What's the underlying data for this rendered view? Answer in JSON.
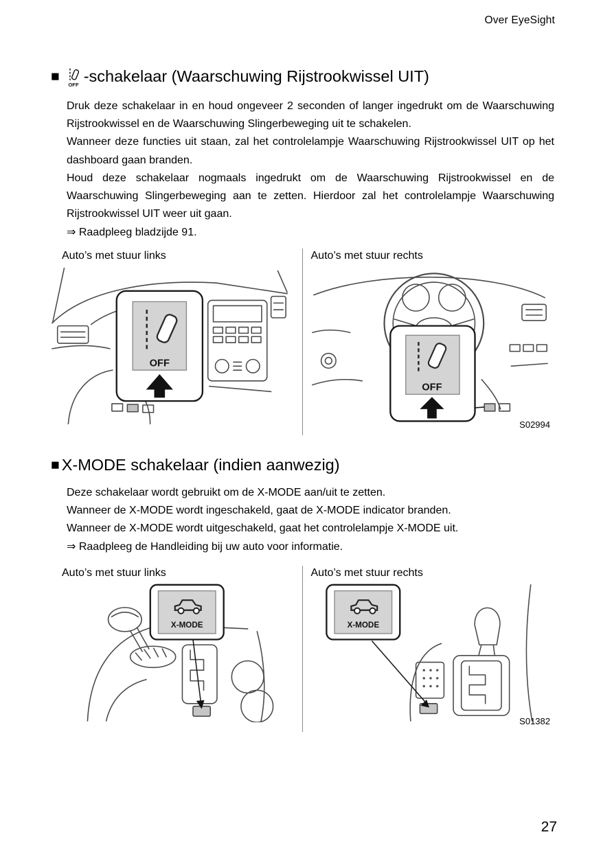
{
  "page": {
    "header": "Over EyeSight",
    "number": "27"
  },
  "section1": {
    "marker": "■",
    "icon_text": "OFF",
    "title": "-schakelaar (Waarschuwing Rijstrookwissel UIT)",
    "paragraphs": [
      "Druk deze schakelaar in en houd ongeveer 2 seconden of langer ingedrukt om de Waarschuwing Rijstrookwissel en de Waarschuwing Slingerbeweging uit te schakelen.",
      "Wanneer deze functies uit staan, zal het controlelampje Waarschuwing Rijstrookwissel UIT op het dashboard gaan branden.",
      "Houd deze schakelaar nogmaals ingedrukt om de Waarschuwing Rijstrookwissel en de Waarschuwing Slingerbeweging aan te zetten. Hierdoor zal het controlelampje Waarschuwing Rijstrookwissel UIT weer uit gaan."
    ],
    "reference": "⇒ Raadpleeg bladzijde 91.",
    "figure": {
      "left_label": "Auto’s met stuur links",
      "right_label": "Auto’s met stuur rechts",
      "switch_label": "OFF",
      "code": "S02994"
    }
  },
  "section2": {
    "marker": "■",
    "title": "X-MODE schakelaar (indien aanwezig)",
    "paragraphs": [
      "Deze schakelaar wordt gebruikt om de X-MODE aan/uit te zetten.",
      "Wanneer de X-MODE wordt ingeschakeld, gaat de X-MODE indicator branden.",
      "Wanneer de X-MODE wordt uitgeschakeld, gaat het controlelampje X-MODE uit."
    ],
    "reference": "⇒ Raadpleeg de Handleiding bij uw auto voor informatie.",
    "figure": {
      "left_label": "Auto’s met stuur links",
      "right_label": "Auto’s met stuur rechts",
      "switch_label": "X-MODE",
      "code": "S01382"
    }
  }
}
